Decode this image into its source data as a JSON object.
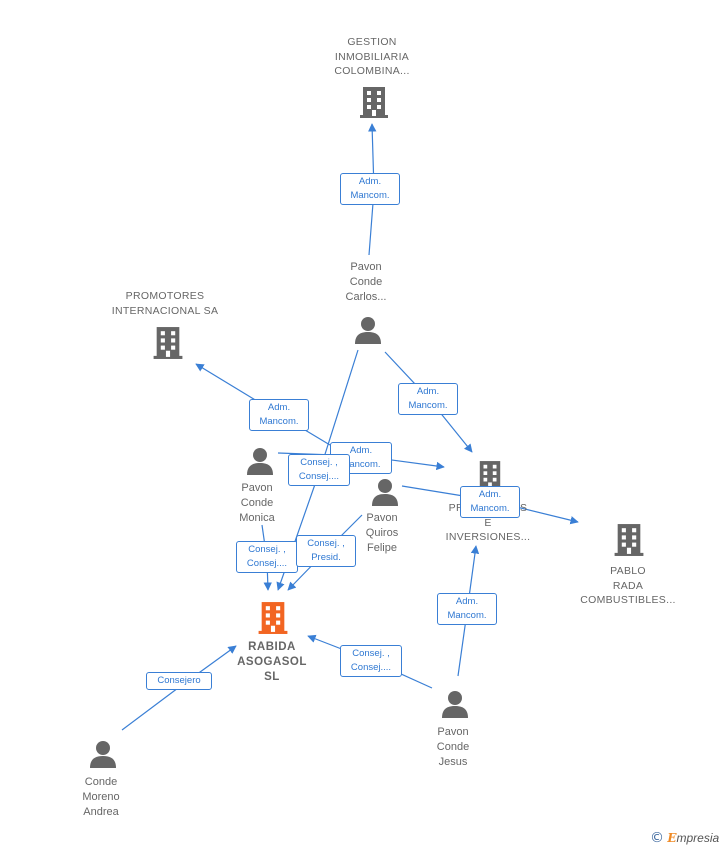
{
  "colors": {
    "edge": "#3a7fd5",
    "building": "#666666",
    "focus_building": "#f26522",
    "person": "#666666"
  },
  "nodes": {
    "gestion": {
      "name": "GESTION\nINMOBILIARIA\nCOLOMBINA...",
      "icon": "building-icon"
    },
    "promotores_int": {
      "name": "PROMOTORES\nINTERNACIONAL SA",
      "icon": "building-icon"
    },
    "pavon_carlos": {
      "name": "Pavon\nConde\nCarlos...",
      "icon": "person-icon"
    },
    "pavon_monica": {
      "name": "Pavon\nConde\nMonica",
      "icon": "person-icon"
    },
    "pavon_felipe": {
      "name": "Pavon\nQuiros\nFelipe",
      "icon": "person-icon"
    },
    "promotores_inv": {
      "name": "PROMOTORES\nE\nINVERSIONES...",
      "icon": "building-icon"
    },
    "pablo_rada": {
      "name": "PABLO\nRADA\nCOMBUSTIBLES...",
      "icon": "building-icon"
    },
    "rabida": {
      "name": "RABIDA\nASOGASOL\nSL",
      "icon": "building-icon"
    },
    "conde_andrea": {
      "name": "Conde\nMoreno\nAndrea",
      "icon": "person-icon"
    },
    "pavon_jesus": {
      "name": "Pavon\nConde\nJesus",
      "icon": "person-icon"
    }
  },
  "edge_labels": {
    "carlos_gestion": "Adm.\nMancom.",
    "monica_promotores_int": "Adm.\nMancom.",
    "carlos_promotores_inv": "Adm.\nMancom.",
    "monica_promotores_inv": "Adm.\nMancom.",
    "carlos_rabida": "Consej. ,\nConsej....",
    "felipe_pablo": "Adm.\nMancom.",
    "monica_rabida": "Consej. ,\nConsej....",
    "felipe_rabida": "Consej. ,\nPresid.",
    "jesus_promotores_inv": "Adm.\nMancom.",
    "jesus_rabida": "Consej. ,\nConsej....",
    "andrea_rabida": "Consejero"
  },
  "brand": {
    "symbol": "©",
    "initial": "E",
    "rest": "mpresia"
  }
}
